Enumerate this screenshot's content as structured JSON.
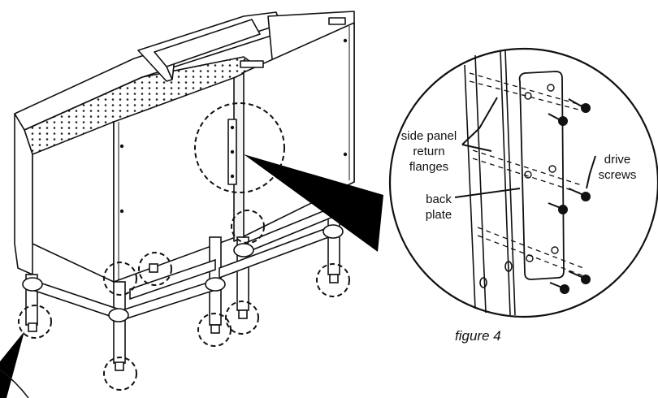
{
  "labels": {
    "side_panel_line1": "side panel",
    "side_panel_line2": "return",
    "side_panel_line3": "flanges",
    "drive_line1": "drive",
    "drive_line2": "screws",
    "back_plate_line1": "back",
    "back_plate_line2": "plate",
    "figure_caption": "figure 4"
  }
}
